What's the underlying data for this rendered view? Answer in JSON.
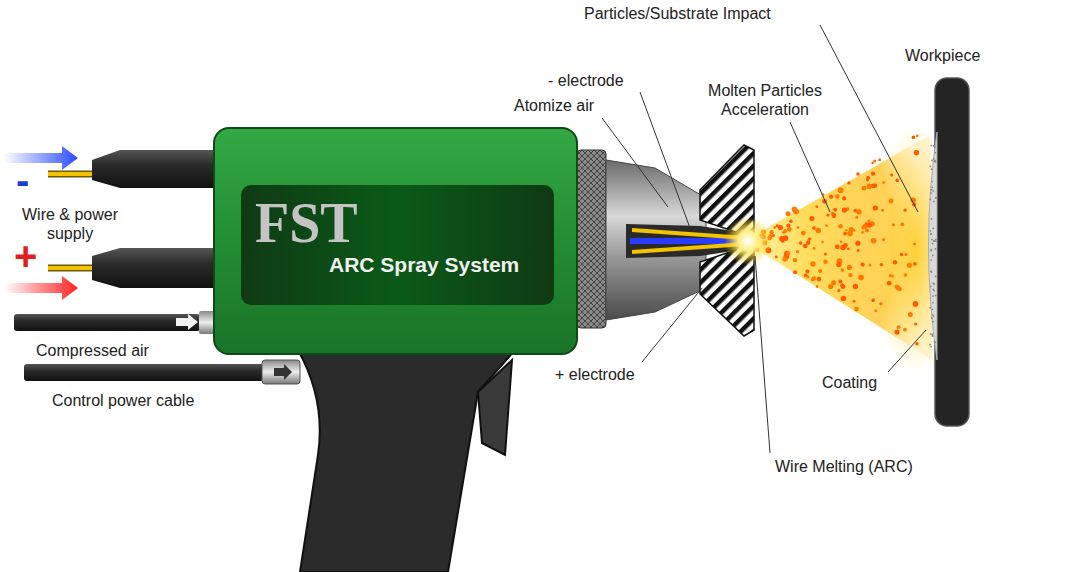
{
  "diagram": {
    "nodes": [
      {
        "text": [
          "FST",
          "ARC Spray System"
        ]
      }
    ],
    "labels": [
      "-",
      "Wire & power supply",
      "+",
      "Compressed air",
      "Control power cable",
      "Particles/Substrate Impact",
      "Workpiece",
      "- electrode",
      "Atomize air",
      "Molten Particles Acceleration",
      "+ electrode",
      "Coating",
      "Wire Melting (ARC)"
    ]
  }
}
